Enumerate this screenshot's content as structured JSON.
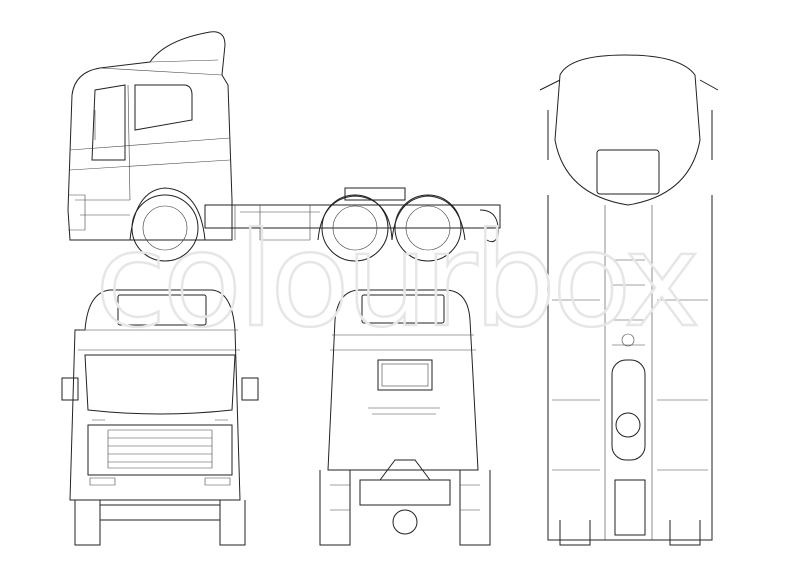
{
  "watermark": {
    "text": "colourbox"
  },
  "views": [
    {
      "id": "side",
      "subject": "truck-tractor-side-view"
    },
    {
      "id": "front",
      "subject": "truck-tractor-front-view"
    },
    {
      "id": "rear",
      "subject": "truck-tractor-rear-view"
    },
    {
      "id": "top",
      "subject": "truck-tractor-top-view"
    }
  ],
  "colors": {
    "line": "#222222",
    "background": "#ffffff",
    "watermark": "#e6e6e6"
  }
}
